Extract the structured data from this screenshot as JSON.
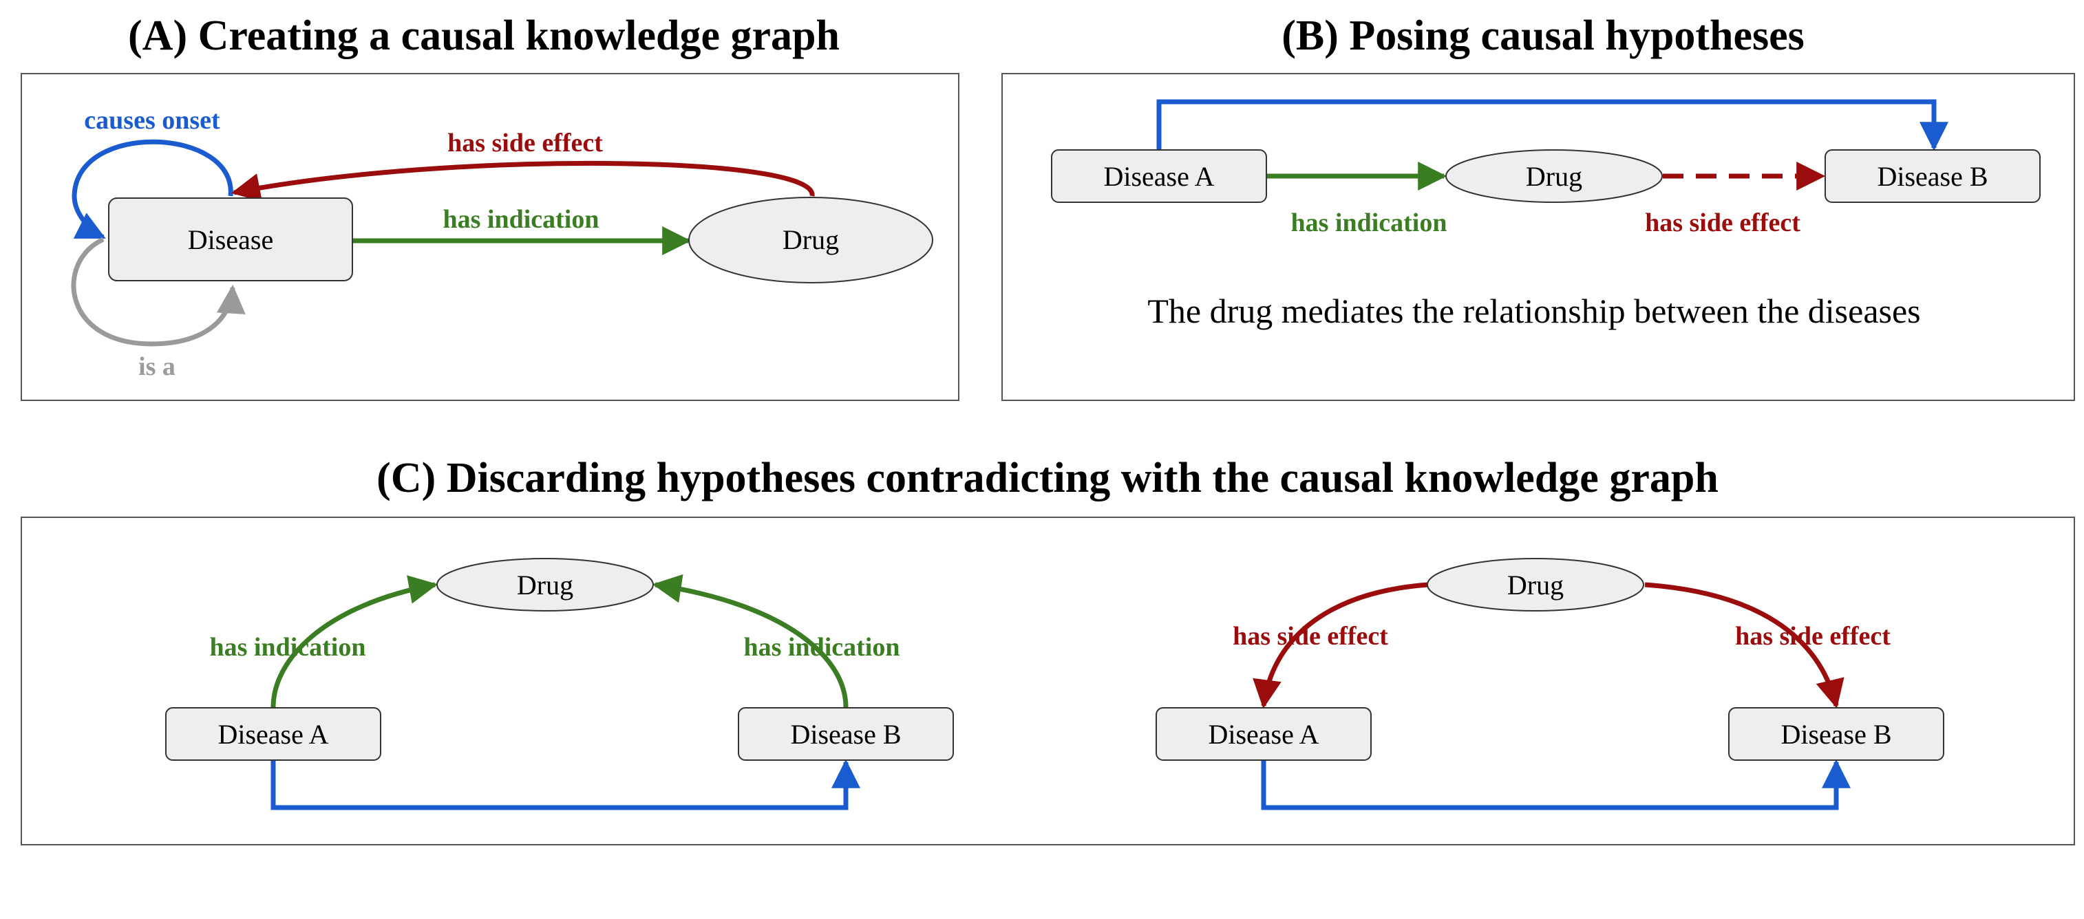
{
  "colors": {
    "blue": "#1a5bd0",
    "green": "#3a7d22",
    "red": "#9b0c0c",
    "gray": "#9a9a9a"
  },
  "panel_a": {
    "title": "(A) Creating a causal knowledge graph",
    "nodes": {
      "disease": "Disease",
      "drug": "Drug"
    },
    "edges": {
      "causes_onset": "causes onset",
      "has_side_effect": "has side effect",
      "has_indication": "has indication",
      "is_a": "is a"
    }
  },
  "panel_b": {
    "title": "(B) Posing causal hypotheses",
    "nodes": {
      "disease_a": "Disease A",
      "drug": "Drug",
      "disease_b": "Disease B"
    },
    "edges": {
      "has_indication": "has indication",
      "has_side_effect": "has side effect"
    },
    "caption": "The drug mediates the relationship between the diseases"
  },
  "panel_c": {
    "title": "(C) Discarding hypotheses contradicting with the causal knowledge graph",
    "left": {
      "nodes": {
        "drug": "Drug",
        "disease_a": "Disease A",
        "disease_b": "Disease B"
      },
      "edges": {
        "left_label": "has indication",
        "right_label": "has indication"
      }
    },
    "right": {
      "nodes": {
        "drug": "Drug",
        "disease_a": "Disease A",
        "disease_b": "Disease B"
      },
      "edges": {
        "left_label": "has side effect",
        "right_label": "has side effect"
      }
    }
  }
}
